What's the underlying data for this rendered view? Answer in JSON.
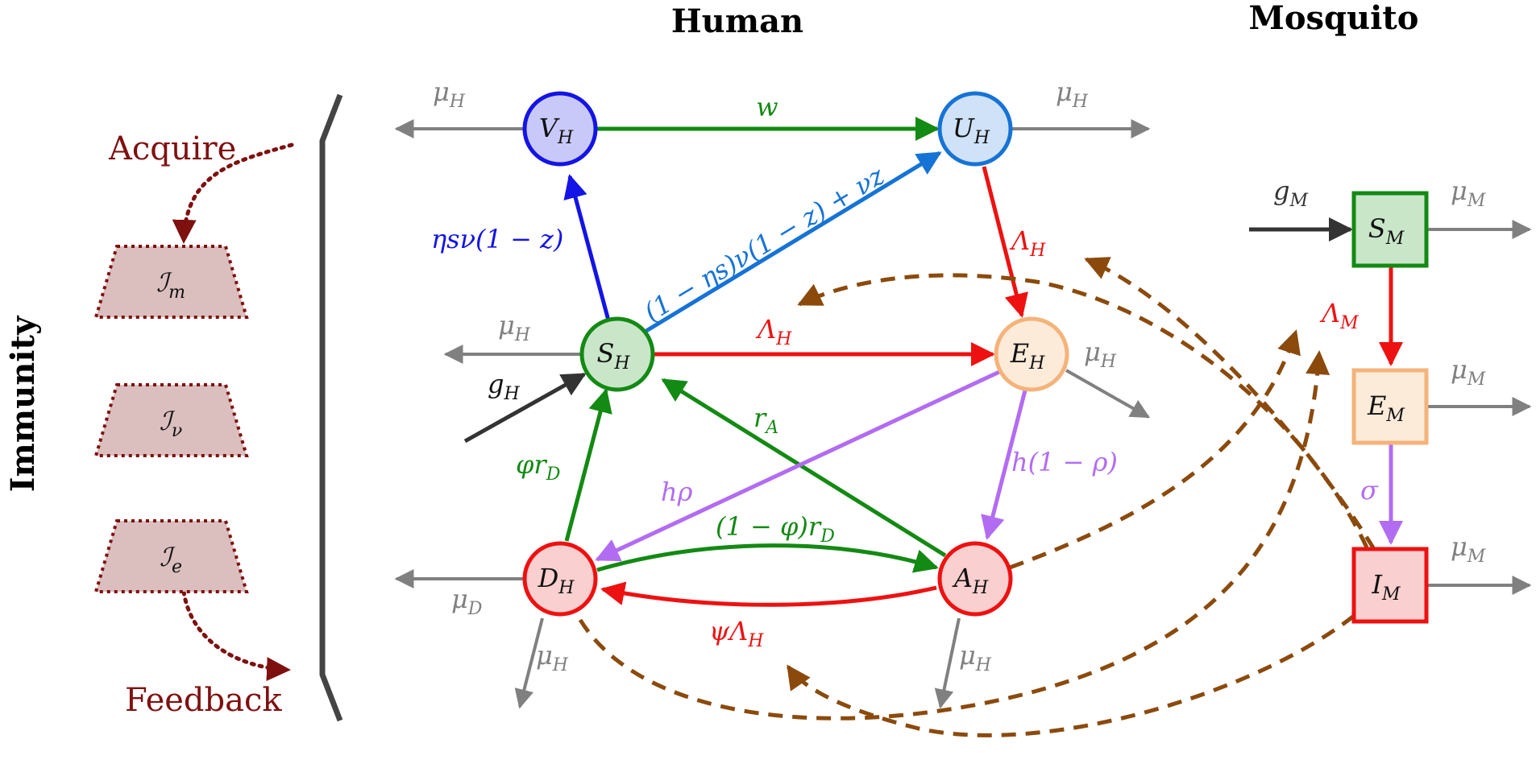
{
  "titles": {
    "human": "Human",
    "mosquito": "Mosquito",
    "immunity": "Immunity"
  },
  "side": {
    "acquire": "Acquire",
    "feedback": "Feedback",
    "immunity_boxes": [
      {
        "main": "ℐ",
        "sub": "m"
      },
      {
        "main": "ℐ",
        "sub": "ν"
      },
      {
        "main": "ℐ",
        "sub": "e"
      }
    ]
  },
  "nodes": {
    "vh": {
      "main": "V",
      "sub": "H"
    },
    "uh": {
      "main": "U",
      "sub": "H"
    },
    "sh": {
      "main": "S",
      "sub": "H"
    },
    "eh": {
      "main": "E",
      "sub": "H"
    },
    "dh": {
      "main": "D",
      "sub": "H"
    },
    "ah": {
      "main": "A",
      "sub": "H"
    },
    "sm": {
      "main": "S",
      "sub": "M"
    },
    "em": {
      "main": "E",
      "sub": "M"
    },
    "im": {
      "main": "I",
      "sub": "M"
    }
  },
  "labels": {
    "w": {
      "main": "w",
      "sub": ""
    },
    "eta_nu": {
      "main": "ηsν(1 − z)",
      "sub": ""
    },
    "one_minus_eta": {
      "main": "(1 − ηs)ν(1 − z) + νz",
      "sub": ""
    },
    "lambda_h_se": {
      "main": "Λ",
      "sub": "H"
    },
    "lambda_h_ue": {
      "main": "Λ",
      "sub": "H"
    },
    "r_a": {
      "main": "r",
      "sub": "A"
    },
    "phi_rd": {
      "main": "φr",
      "sub": "D"
    },
    "h_rho": {
      "main": "hρ",
      "sub": ""
    },
    "h_one_minus_rho": {
      "main": "h(1 − ρ)",
      "sub": ""
    },
    "one_minus_phi_rd": {
      "main": "(1 − φ)r",
      "sub": "D"
    },
    "psi_lambda_h": {
      "main": "ψΛ",
      "sub": "H"
    },
    "g_h": {
      "main": "g",
      "sub": "H"
    },
    "g_m": {
      "main": "g",
      "sub": "M"
    },
    "lambda_m": {
      "main": "Λ",
      "sub": "M"
    },
    "sigma": {
      "main": "σ",
      "sub": ""
    },
    "mu_h_vh": {
      "main": "μ",
      "sub": "H"
    },
    "mu_h_uh": {
      "main": "μ",
      "sub": "H"
    },
    "mu_h_sh": {
      "main": "μ",
      "sub": "H"
    },
    "mu_h_eh": {
      "main": "μ",
      "sub": "H"
    },
    "mu_d": {
      "main": "μ",
      "sub": "D"
    },
    "mu_h_dh": {
      "main": "μ",
      "sub": "H"
    },
    "mu_h_ah": {
      "main": "μ",
      "sub": "H"
    },
    "mu_m_sm": {
      "main": "μ",
      "sub": "M"
    },
    "mu_m_em": {
      "main": "μ",
      "sub": "M"
    },
    "mu_m_im": {
      "main": "μ",
      "sub": "M"
    }
  },
  "colors": {
    "green": "#138a13",
    "blue": "#1414e6",
    "lightblue": "#1673d6",
    "red": "#ee1111",
    "purple": "#b26cf2",
    "gray": "#808080",
    "dark": "#333333",
    "brown": "#8b4a0c",
    "maroon": "#7f1010"
  }
}
